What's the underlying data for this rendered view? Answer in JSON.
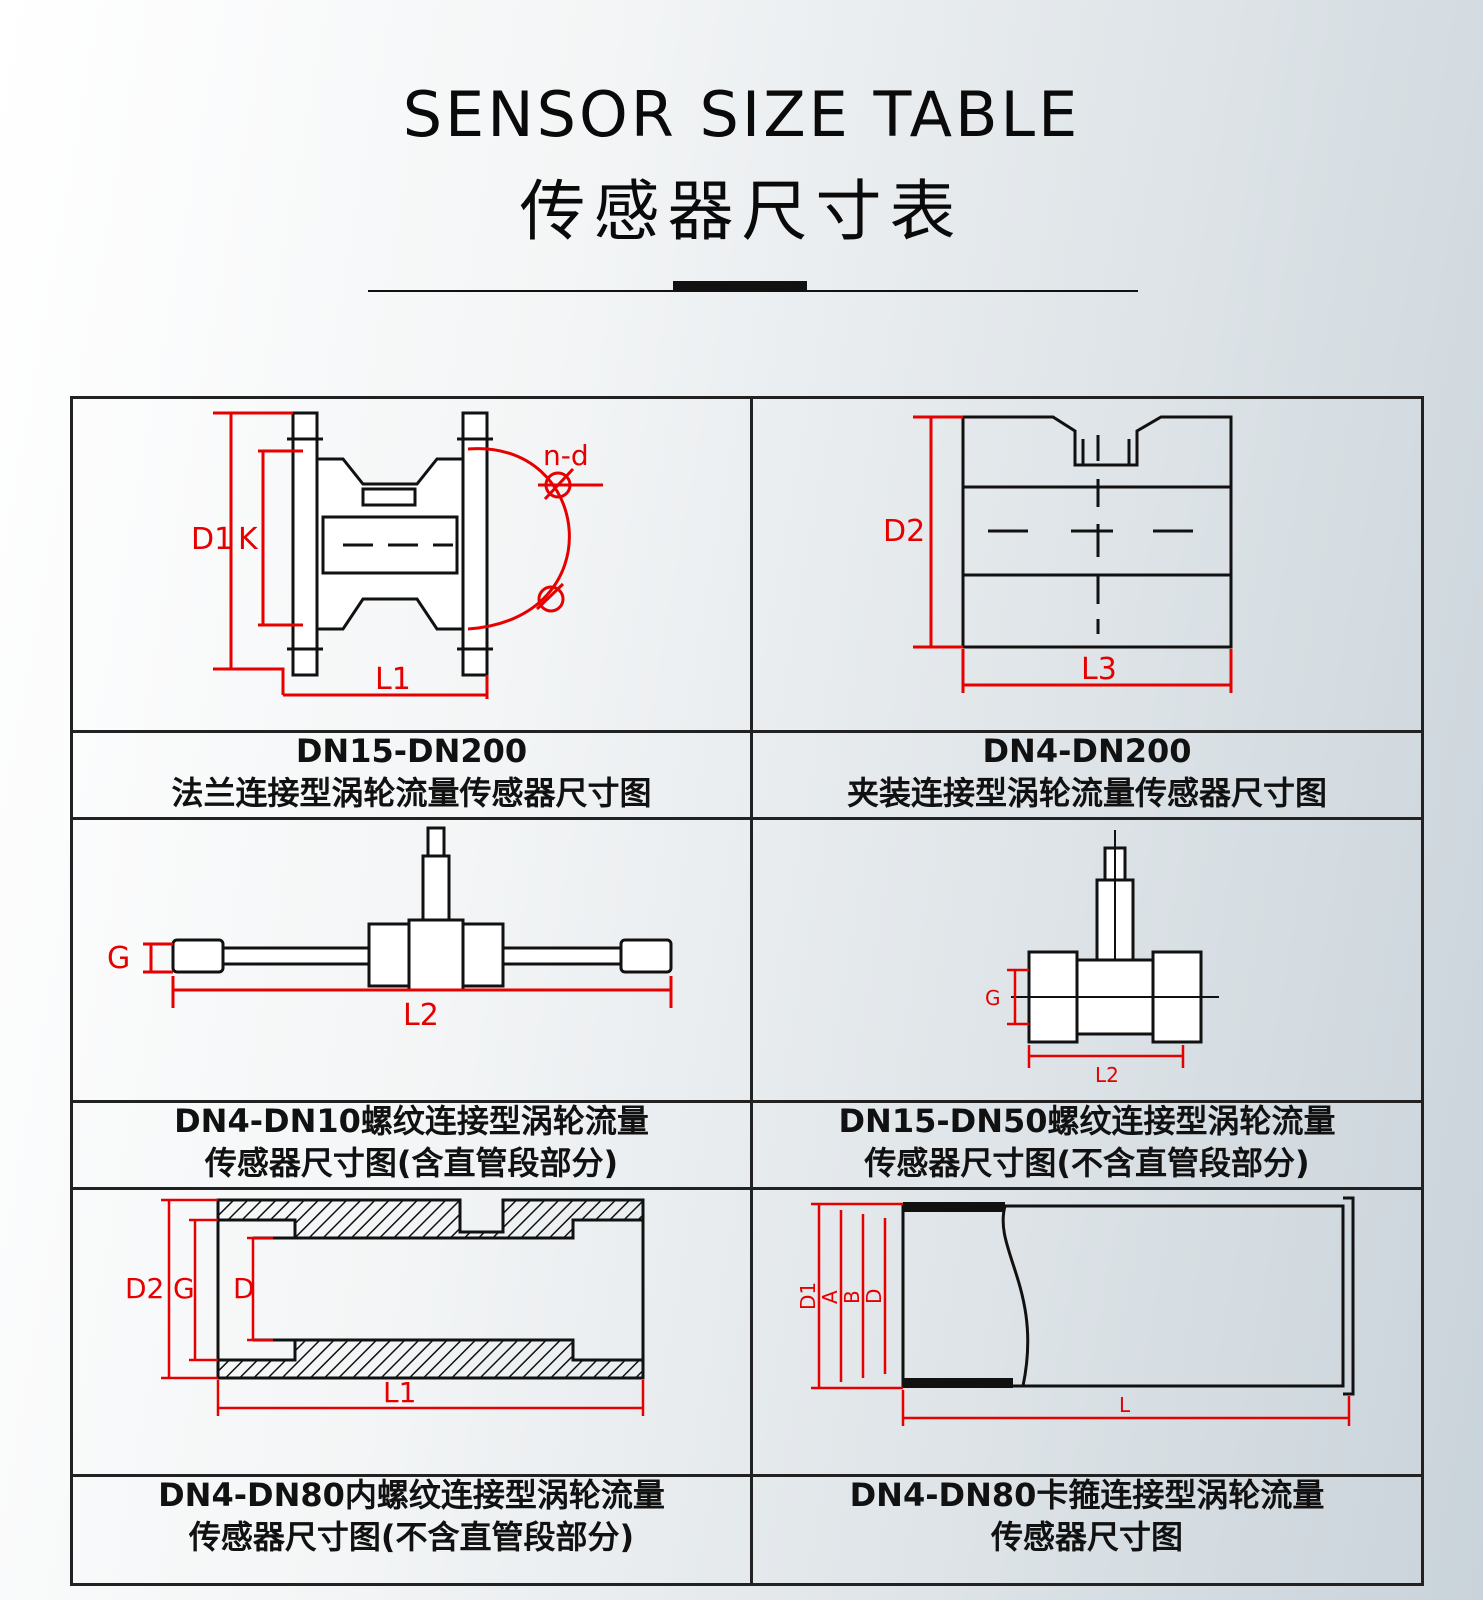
{
  "header": {
    "title_en": "SENSOR SIZE  TABLE",
    "title_cn": "传感器尺寸表"
  },
  "colors": {
    "dimension": "#e60000",
    "line": "#111111"
  },
  "cells": [
    {
      "line1": "DN15-DN200",
      "line2": "法兰连接型涡轮流量传感器尺寸图",
      "labels": {
        "d1": "D1",
        "k": "K",
        "nd": "n-d",
        "l1": "L1"
      }
    },
    {
      "line1": "DN4-DN200",
      "line2": "夹装连接型涡轮流量传感器尺寸图",
      "labels": {
        "d2": "D2",
        "l3": "L3"
      }
    },
    {
      "line1": "DN4-DN10螺纹连接型涡轮流量",
      "line2": "传感器尺寸图(含直管段部分)",
      "labels": {
        "g": "G",
        "l2": "L2"
      }
    },
    {
      "line1": "DN15-DN50螺纹连接型涡轮流量",
      "line2": "传感器尺寸图(不含直管段部分)",
      "labels": {
        "g": "G",
        "l2": "L2"
      }
    },
    {
      "line1": "DN4-DN80内螺纹连接型涡轮流量",
      "line2": "传感器尺寸图(不含直管段部分)",
      "labels": {
        "d2": "D2",
        "g": "G",
        "d": "D",
        "l1": "L1"
      }
    },
    {
      "line1": "DN4-DN80卡箍连接型涡轮流量",
      "line2": "传感器尺寸图",
      "labels": {
        "d1": "D1",
        "a": "A",
        "b": "B",
        "d": "D",
        "l": "L"
      }
    }
  ]
}
